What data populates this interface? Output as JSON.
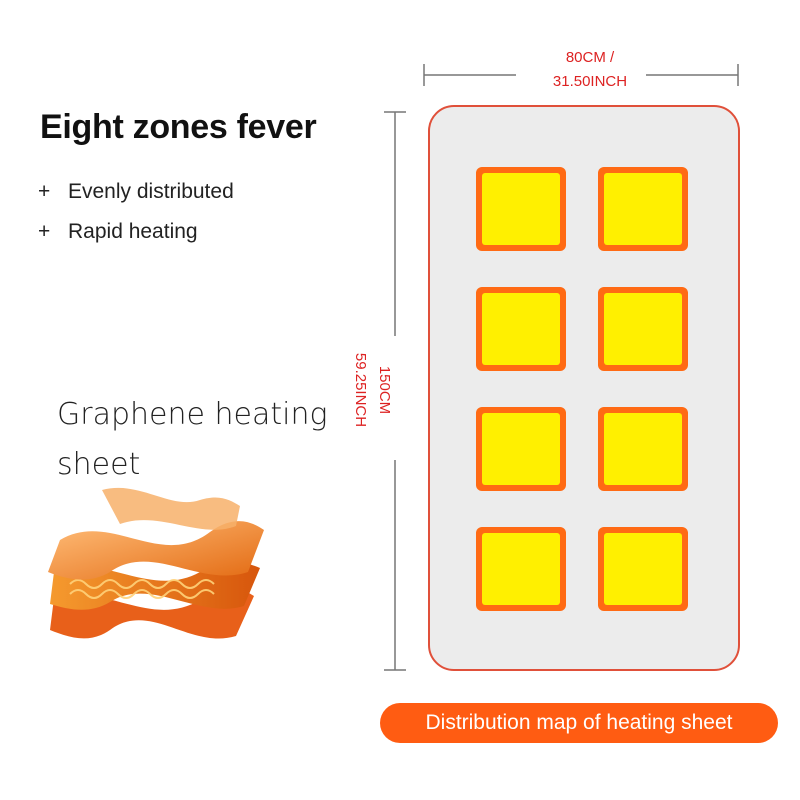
{
  "heading": {
    "title": "Eight zones fever",
    "features": [
      {
        "prefix": "+",
        "text": "Evenly distributed"
      },
      {
        "prefix": "+",
        "text": "Rapid heating"
      }
    ]
  },
  "material": {
    "label": "Graphene heating sheet"
  },
  "dimensions": {
    "width_line1": "80CM /",
    "width_line2": "31.50INCH",
    "height_line1": "150CM",
    "height_line2": "59.25INCH"
  },
  "sheet": {
    "zone_count": 8,
    "zone_outer_color": "#ff6a14",
    "zone_inner_color": "#fff000",
    "border_color": "#e0503a"
  },
  "caption": "Distribution map of heating sheet",
  "colors": {
    "accent": "#ff5c12",
    "dimension_text": "#dd2222"
  }
}
